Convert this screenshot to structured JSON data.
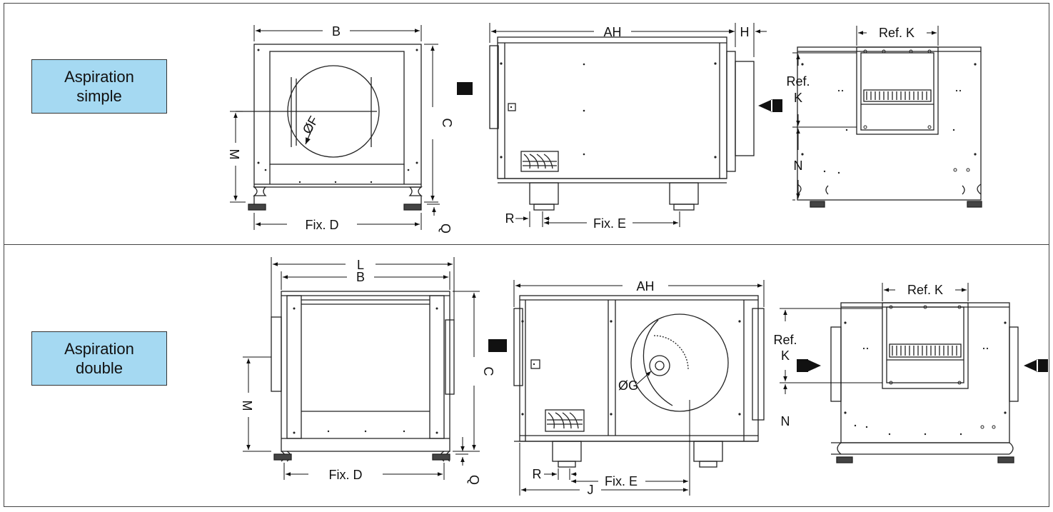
{
  "labels": {
    "aspiration_simple": "Aspiration\nsimple",
    "aspiration_double": "Aspiration\ndouble"
  },
  "dims": {
    "B": "B",
    "AH": "AH",
    "H": "H",
    "C": "C",
    "M": "M",
    "F": "F",
    "fix_d": "Fix. D",
    "fix_e": "Fix. E",
    "R": "R",
    "ref_k": "Ref. K",
    "ref": "Ref.",
    "K": "K",
    "N": "N",
    "L": "L",
    "G": "G",
    "J": "J",
    "Q": "Q"
  },
  "colors": {
    "tag_fill": "#a5d9f2",
    "line": "#222222",
    "arrow": "#111111"
  }
}
